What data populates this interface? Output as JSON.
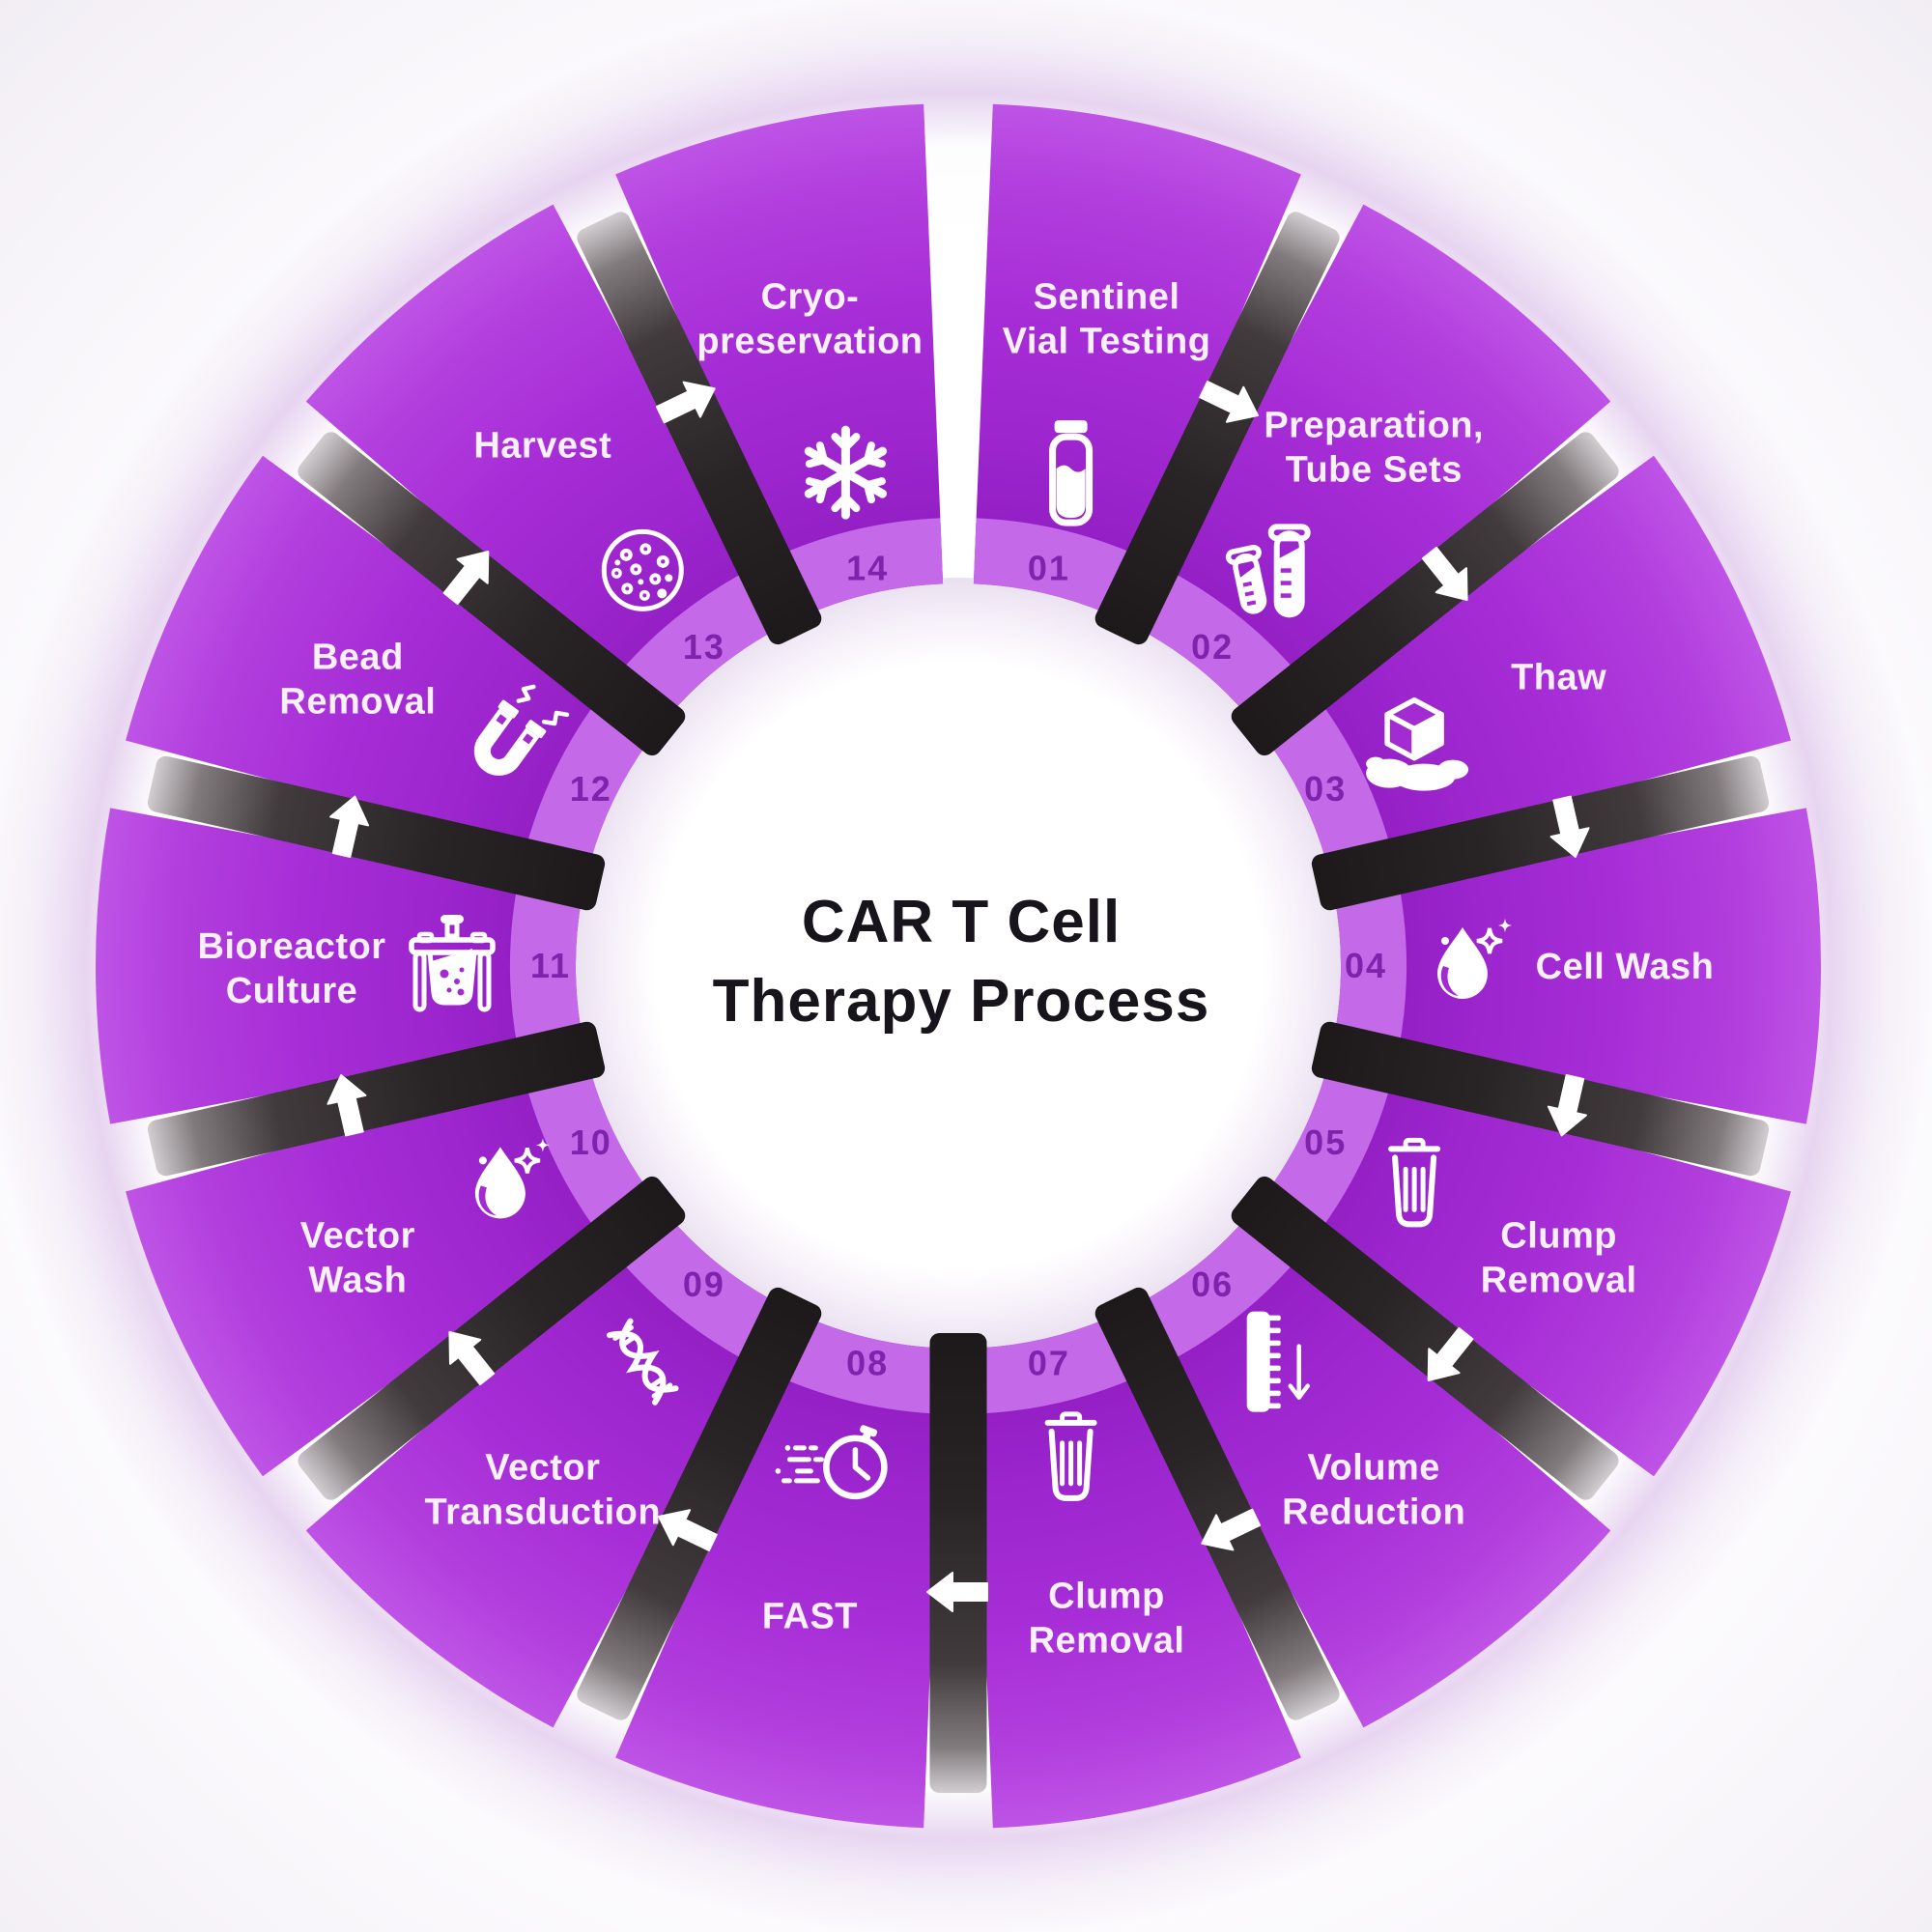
{
  "title": {
    "line1": "CAR T Cell",
    "line2": "Therapy Process"
  },
  "flow": {
    "direction": "clockwise",
    "arrow_count": 13
  },
  "steps": [
    {
      "number": "01",
      "label": "Sentinel Vial Testing",
      "lines": [
        "Sentinel",
        "Vial Testing"
      ],
      "icon": "vial-icon"
    },
    {
      "number": "02",
      "label": "Preparation, Tube Sets",
      "lines": [
        "Preparation,",
        "Tube Sets"
      ],
      "icon": "test-tubes-icon"
    },
    {
      "number": "03",
      "label": "Thaw",
      "lines": [
        "Thaw"
      ],
      "icon": "melting-ice-cube-icon"
    },
    {
      "number": "04",
      "label": "Cell Wash",
      "lines": [
        "Cell Wash"
      ],
      "icon": "droplet-sparkle-icon"
    },
    {
      "number": "05",
      "label": "Clump Removal",
      "lines": [
        "Clump",
        "Removal"
      ],
      "icon": "trash-icon"
    },
    {
      "number": "06",
      "label": "Volume Reduction",
      "lines": [
        "Volume",
        "Reduction"
      ],
      "icon": "ruler-reduction-icon"
    },
    {
      "number": "07",
      "label": "Clump Removal",
      "lines": [
        "Clump",
        "Removal"
      ],
      "icon": "trash-icon"
    },
    {
      "number": "08",
      "label": "FAST",
      "lines": [
        "FAST"
      ],
      "icon": "speed-stopwatch-icon"
    },
    {
      "number": "09",
      "label": "Vector Transduction",
      "lines": [
        "Vector",
        "Transduction"
      ],
      "icon": "dna-helix-icon"
    },
    {
      "number": "10",
      "label": "Vector Wash",
      "lines": [
        "Vector",
        "Wash"
      ],
      "icon": "droplet-sparkle-icon"
    },
    {
      "number": "11",
      "label": "Bioreactor Culture",
      "lines": [
        "Bioreactor",
        "Culture"
      ],
      "icon": "bioreactor-icon"
    },
    {
      "number": "12",
      "label": "Bead Removal",
      "lines": [
        "Bead",
        "Removal"
      ],
      "icon": "magnet-icon"
    },
    {
      "number": "13",
      "label": "Harvest",
      "lines": [
        "Harvest"
      ],
      "icon": "cell-culture-icon"
    },
    {
      "number": "14",
      "label": "Cryo- preservation",
      "lines": [
        "Cryo-",
        "preservation"
      ],
      "icon": "snowflake-icon"
    }
  ],
  "colors": {
    "wedge_inner": "#8a1abc",
    "wedge_outer": "#bf55e7",
    "number_band": "#c46ae9",
    "number_text": "#8023ac",
    "divider_dark": "#1d191a",
    "divider_light": "#d2cdd0",
    "arrow": "#ffffff",
    "label_text": "#f8f0fd",
    "title_text": "#18141b",
    "center_background": "#ffffff",
    "halo": "#bb84d6",
    "icon_accent": "#a32bd2"
  }
}
